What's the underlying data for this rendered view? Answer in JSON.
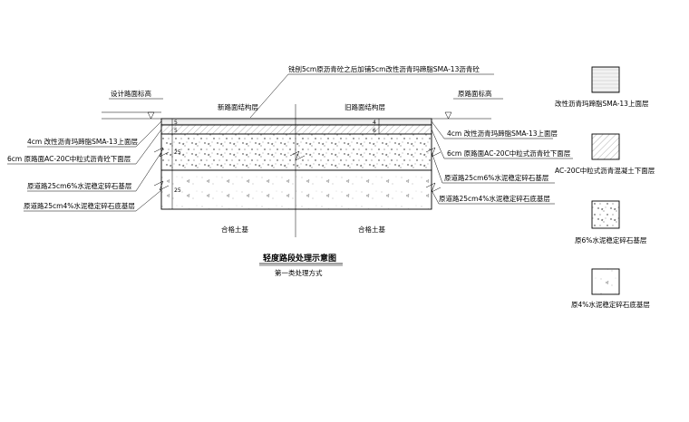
{
  "top_note": "铣刨5cm原沥青砼之后加铺5cm改性沥青玛蹄脂SMA-13沥青砼",
  "design_elevation": "设计路面标高",
  "orig_elevation": "原路面标高",
  "new_structure": "新路面结构层",
  "old_structure": "旧路面结构层",
  "left_labels": {
    "l1": "4cm 改性沥青玛蹄脂SMA-13上面层",
    "l2": "6cm 原路面AC-20C中粒式沥青砼下面层",
    "l3": "原道路25cm6%水泥稳定碎石基层",
    "l4": "原道路25cm4%水泥稳定碎石底基层"
  },
  "right_labels": {
    "r1": "4cm 改性沥青玛蹄脂SMA-13上面层",
    "r2": "6cm 原路面AC-20C中粒式沥青砼下面层",
    "r3": "原道路25cm6%水泥稳定碎石基层",
    "r4": "原道路25cm4%水泥稳定碎石底基层"
  },
  "thickness": {
    "left_a": "5",
    "left_b": "5",
    "left_c": "25",
    "left_d": "25",
    "right_a": "4",
    "right_b": "6"
  },
  "subgrade": "合格土基",
  "title": "轻度路段处理示意图",
  "subtitle": "第一类处理方式",
  "legend": [
    "改性沥青玛蹄脂SMA-13上面层",
    "AC-20C中粒式沥青混凝土下面层",
    "原6%水泥稳定碎石基层",
    "原4%水泥稳定碎石底基层"
  ]
}
